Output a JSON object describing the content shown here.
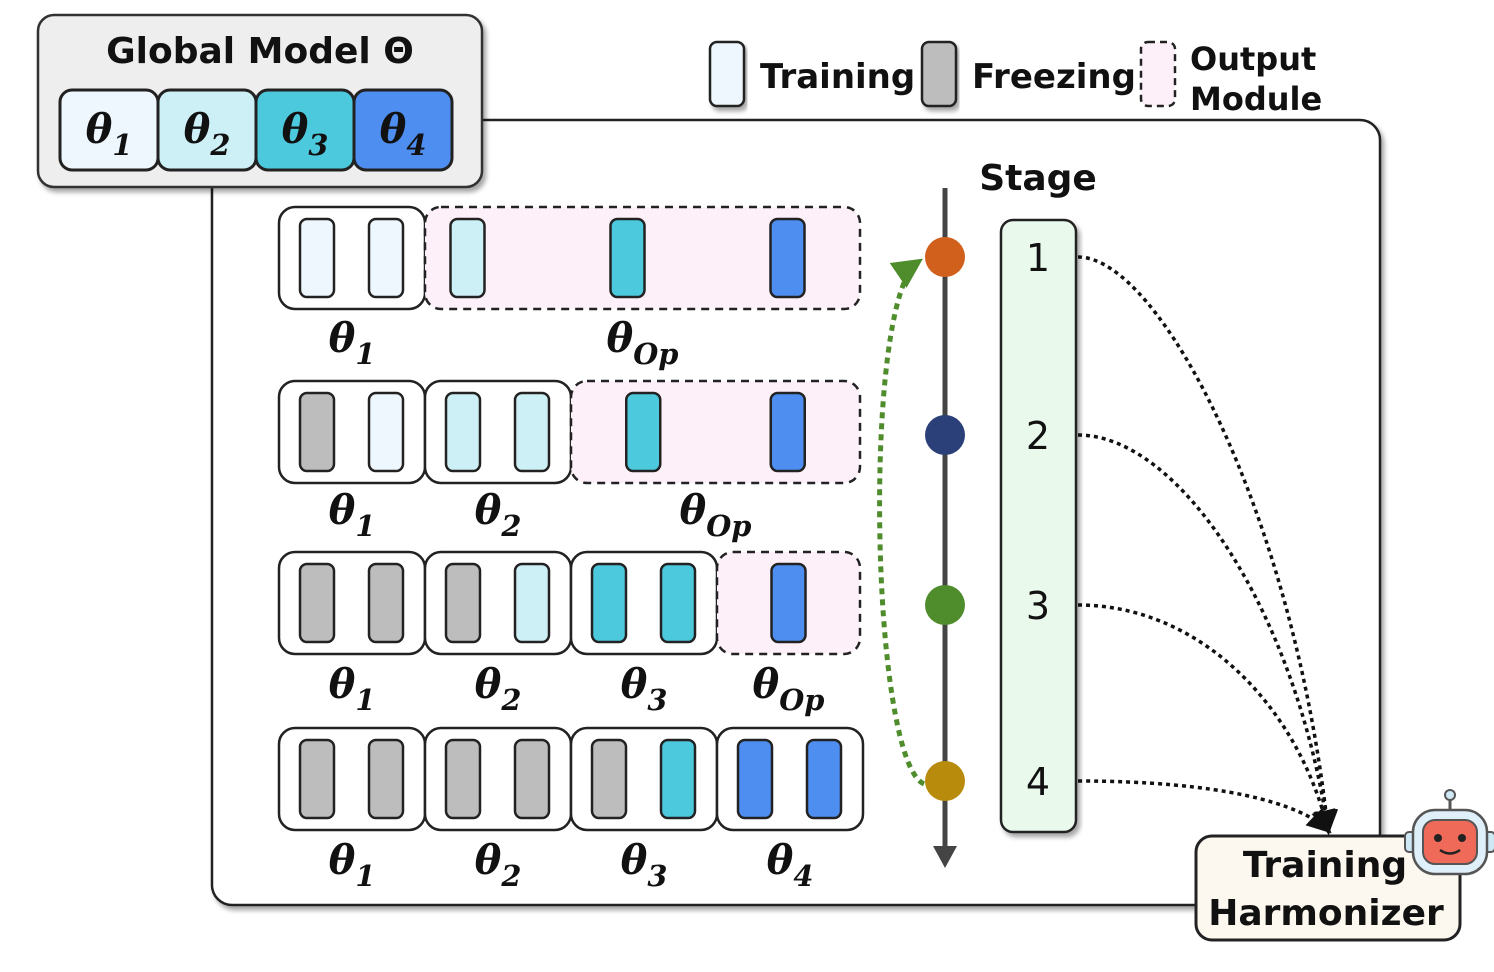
{
  "colors": {
    "training": "#eef7fd",
    "theta2": "#cdf0f6",
    "theta3": "#4dc9de",
    "theta4": "#4e8ef0",
    "freezing": "#bdbdbd",
    "output_bg": "#fdf0f9",
    "stage_bar": "#e9faec",
    "harmonizer_bg": "#fdf8ef",
    "stage_dots": [
      "#d0601c",
      "#2b3f78",
      "#4f8c2c",
      "#b88b0c"
    ]
  },
  "global_model": {
    "title": "Global Model Θ",
    "params": [
      {
        "sym": "θ",
        "sub": "1"
      },
      {
        "sym": "θ",
        "sub": "2"
      },
      {
        "sym": "θ",
        "sub": "3"
      },
      {
        "sym": "θ",
        "sub": "4"
      }
    ]
  },
  "legend": {
    "training": "Training",
    "freezing": "Freezing",
    "output_line1": "Output",
    "output_line2": "Module"
  },
  "stage_axis": {
    "label": "Stage",
    "stages": [
      "1",
      "2",
      "3",
      "4"
    ]
  },
  "rows": [
    {
      "groups": [
        {
          "kind": "solid",
          "blocks": [
            "training",
            "training"
          ],
          "sym": "θ",
          "sub": "1"
        },
        {
          "kind": "output",
          "blocks": [
            "theta2",
            "theta3",
            "theta4"
          ],
          "sym": "θ",
          "sub": "Op"
        }
      ]
    },
    {
      "groups": [
        {
          "kind": "solid",
          "blocks": [
            "freezing",
            "training"
          ],
          "sym": "θ",
          "sub": "1"
        },
        {
          "kind": "solid",
          "blocks": [
            "theta2",
            "theta2"
          ],
          "sym": "θ",
          "sub": "2"
        },
        {
          "kind": "output",
          "blocks": [
            "theta3",
            "theta4"
          ],
          "sym": "θ",
          "sub": "Op"
        }
      ]
    },
    {
      "groups": [
        {
          "kind": "solid",
          "blocks": [
            "freezing",
            "freezing"
          ],
          "sym": "θ",
          "sub": "1"
        },
        {
          "kind": "solid",
          "blocks": [
            "freezing",
            "theta2"
          ],
          "sym": "θ",
          "sub": "2"
        },
        {
          "kind": "solid",
          "blocks": [
            "theta3",
            "theta3"
          ],
          "sym": "θ",
          "sub": "3"
        },
        {
          "kind": "output",
          "blocks": [
            "theta4"
          ],
          "sym": "θ",
          "sub": "Op"
        }
      ]
    },
    {
      "groups": [
        {
          "kind": "solid",
          "blocks": [
            "freezing",
            "freezing"
          ],
          "sym": "θ",
          "sub": "1"
        },
        {
          "kind": "solid",
          "blocks": [
            "freezing",
            "freezing"
          ],
          "sym": "θ",
          "sub": "2"
        },
        {
          "kind": "solid",
          "blocks": [
            "freezing",
            "theta3"
          ],
          "sym": "θ",
          "sub": "3"
        },
        {
          "kind": "solid",
          "blocks": [
            "theta4",
            "theta4"
          ],
          "sym": "θ",
          "sub": "4"
        }
      ]
    }
  ],
  "harmonizer": {
    "line1": "Training",
    "line2": "Harmonizer",
    "icon": "robot-icon"
  }
}
